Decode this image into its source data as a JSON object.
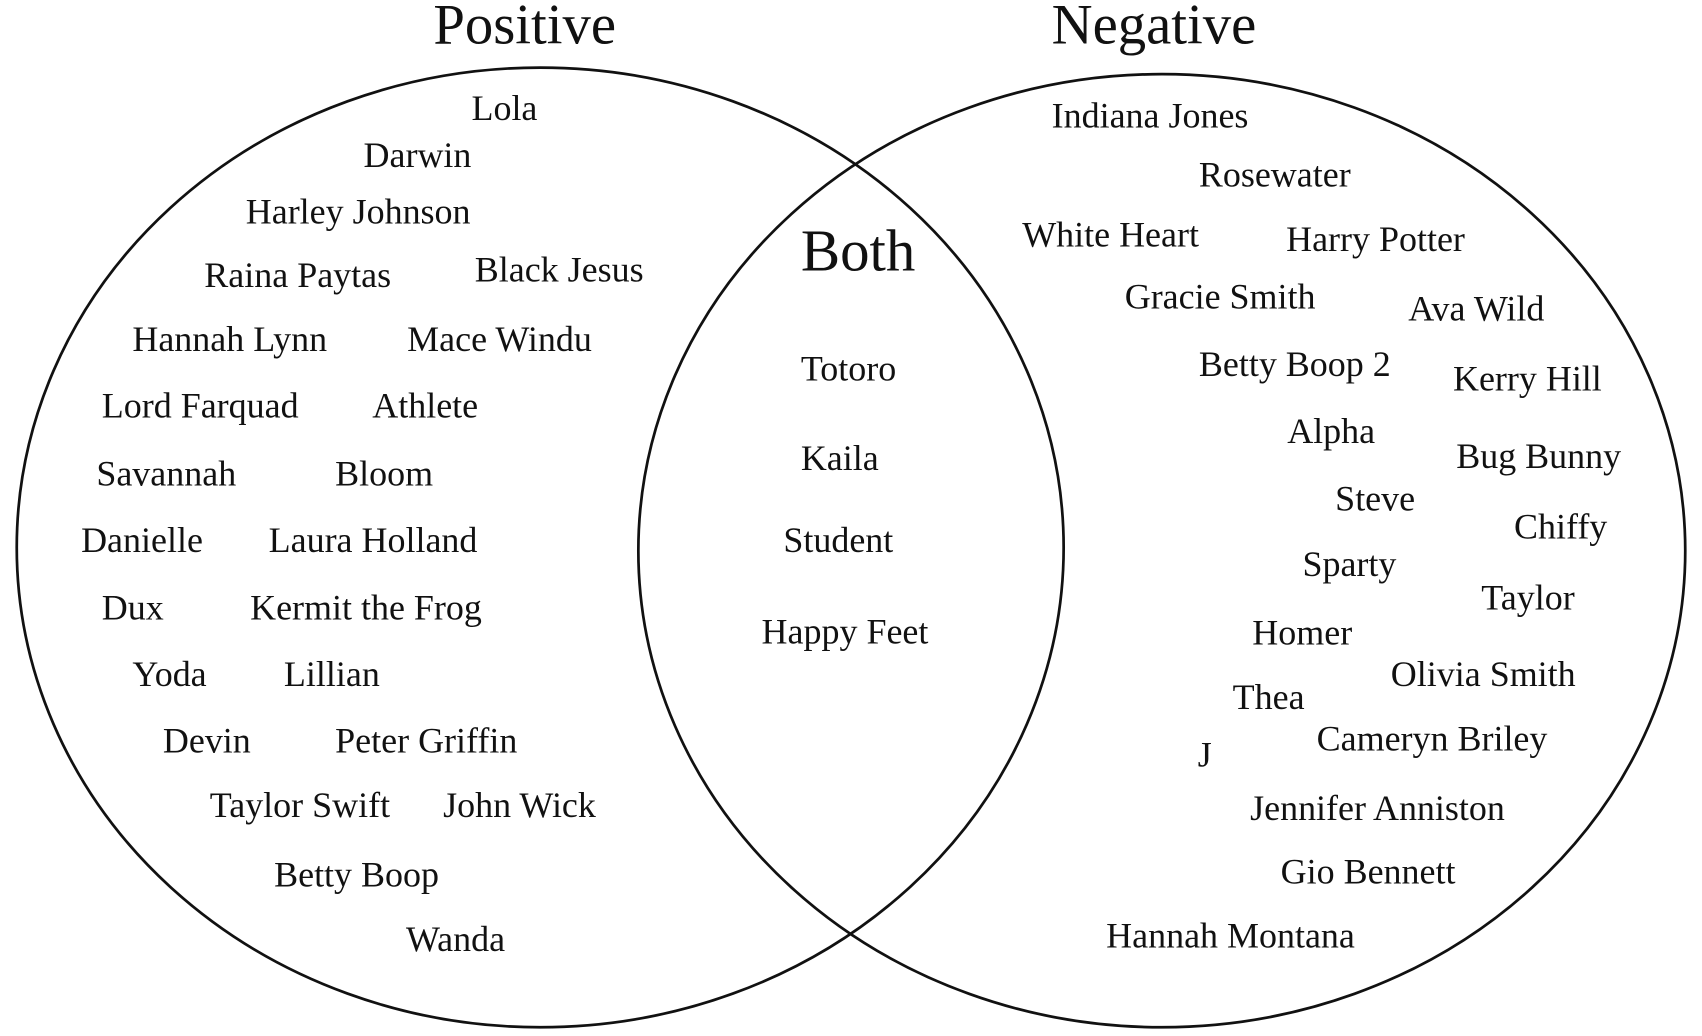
{
  "titles": {
    "positive": "Positive",
    "negative": "Negative",
    "both": "Both"
  },
  "positive": [
    "Lola",
    "Darwin",
    "Harley Johnson",
    "Raina Paytas",
    "Black Jesus",
    "Hannah Lynn",
    "Mace Windu",
    "Lord Farquad",
    "Athlete",
    "Savannah",
    "Bloom",
    "Danielle",
    "Laura Holland",
    "Dux",
    "Kermit the Frog",
    "Yoda",
    "Lillian",
    "Devin",
    "Peter Griffin",
    "Taylor Swift",
    "John Wick",
    "Betty Boop",
    "Wanda"
  ],
  "both": [
    "Totoro",
    "Kaila",
    "Student",
    "Happy Feet"
  ],
  "negative": [
    "Indiana Jones",
    "Rosewater",
    "White Heart",
    "Harry Potter",
    "Gracie Smith",
    "Ava Wild",
    "Betty Boop 2",
    "Kerry Hill",
    "Alpha",
    "Bug Bunny",
    "Steve",
    "Chiffy",
    "Sparty",
    "Taylor",
    "Homer",
    "Olivia Smith",
    "Thea",
    "Cameryn Briley",
    "J",
    "Jennifer Anniston",
    "Gio Bennett",
    "Hannah Montana"
  ]
}
